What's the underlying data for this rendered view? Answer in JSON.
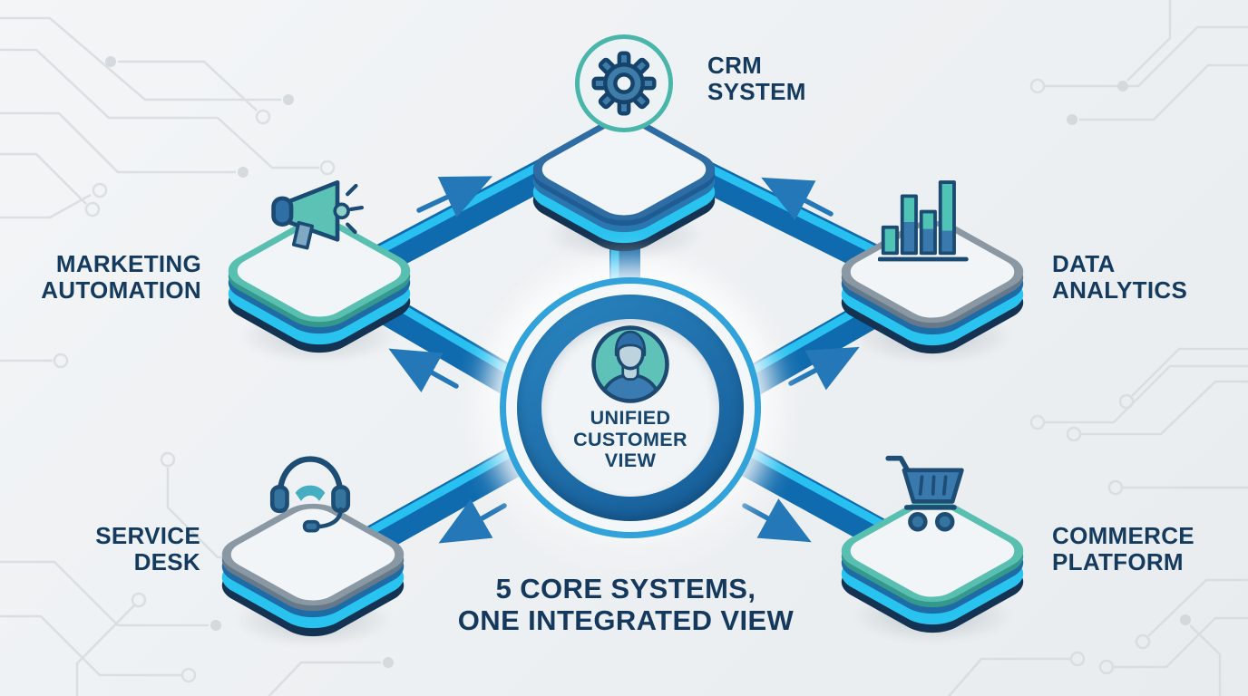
{
  "diagram_type": "hub-and-spoke integration infographic",
  "palette": {
    "band_blue": "#0f6bae",
    "band_cyan": "#27c0f0",
    "navy_text": "#14395c",
    "teal_accent": "#58bfb1",
    "steel_blue": "#3a79ae",
    "gray_border": "#8a98a4",
    "blue_border": "#2e6da4",
    "background": "#eef1f3",
    "circuit_trace": "#d6dade"
  },
  "hub": {
    "icon": "person-avatar-icon",
    "lines": [
      "UNIFIED",
      "CUSTOMER",
      "VIEW"
    ]
  },
  "nodes": [
    {
      "id": "crm-system",
      "icon": "gear-icon",
      "label_lines": [
        "CRM",
        "SYSTEM"
      ]
    },
    {
      "id": "marketing-automation",
      "icon": "megaphone-icon",
      "label_lines": [
        "MARKETING",
        "AUTOMATION"
      ]
    },
    {
      "id": "data-analytics",
      "icon": "bar-chart-icon",
      "label_lines": [
        "DATA",
        "ANALYTICS"
      ]
    },
    {
      "id": "service-desk",
      "icon": "headset-icon",
      "label_lines": [
        "SERVICE",
        "DESK"
      ]
    },
    {
      "id": "commerce-platform",
      "icon": "shopping-cart-icon",
      "label_lines": [
        "COMMERCE",
        "PLATFORM"
      ]
    }
  ],
  "connections": [
    {
      "from": "marketing-automation",
      "to": "crm-system",
      "arrow_direction": "toward-crm"
    },
    {
      "from": "data-analytics",
      "to": "crm-system",
      "arrow_direction": "toward-crm"
    },
    {
      "from": "crm-system",
      "to": "hub",
      "arrow_direction": "none"
    },
    {
      "from": "hub",
      "to": "marketing-automation",
      "arrow_direction": "toward-marketing"
    },
    {
      "from": "hub",
      "to": "data-analytics",
      "arrow_direction": "toward-analytics"
    },
    {
      "from": "hub",
      "to": "service-desk",
      "arrow_direction": "toward-service"
    },
    {
      "from": "hub",
      "to": "commerce-platform",
      "arrow_direction": "toward-commerce"
    }
  ],
  "caption": {
    "lines": [
      "5 CORE SYSTEMS,",
      "ONE INTEGRATED VIEW"
    ]
  }
}
